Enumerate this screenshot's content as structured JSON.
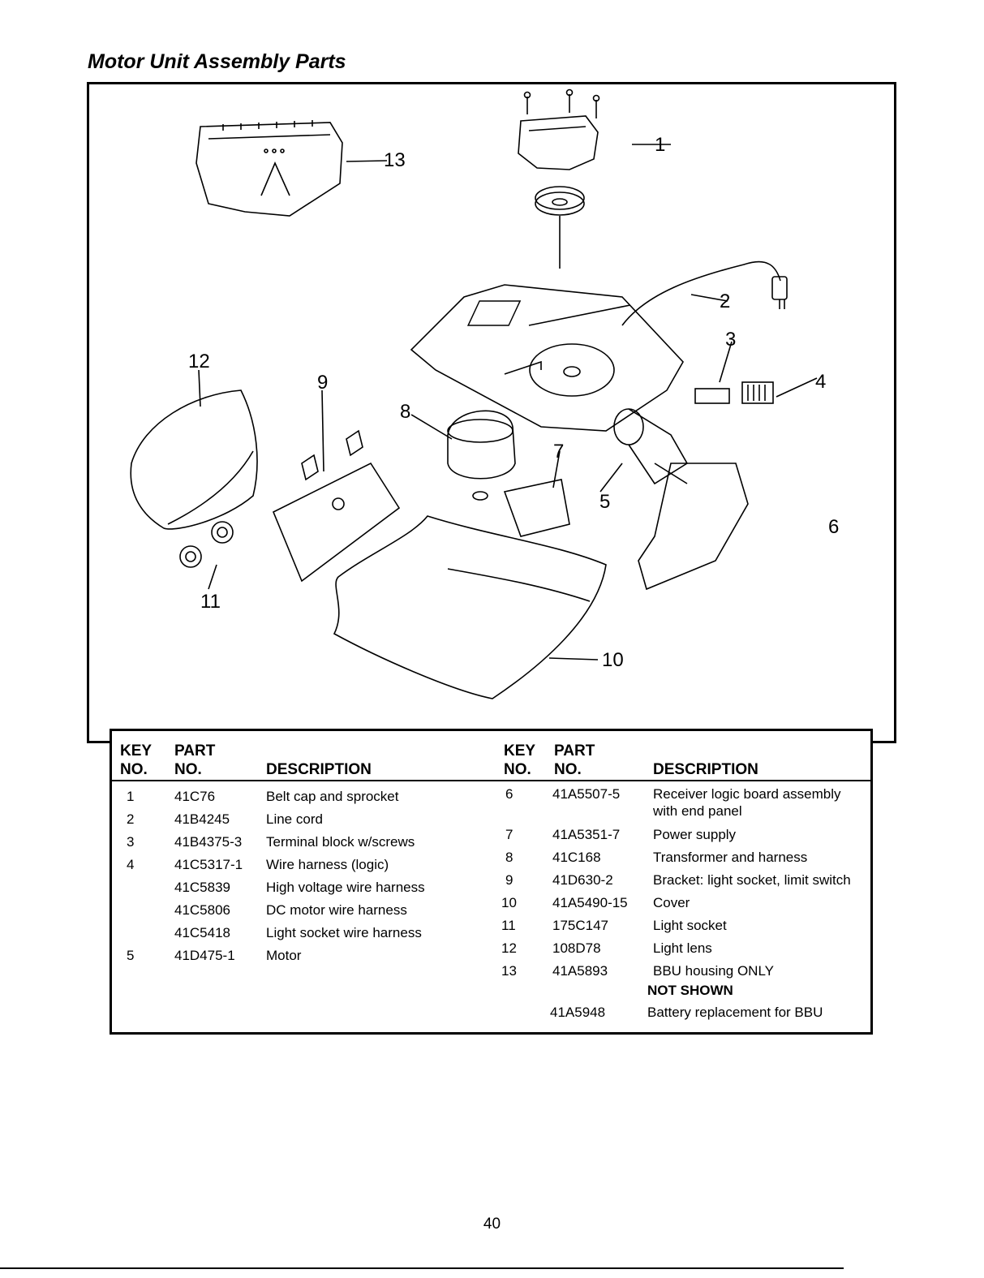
{
  "title": "Motor Unit Assembly Parts",
  "callouts": [
    "1",
    "2",
    "3",
    "4",
    "5",
    "6",
    "7",
    "8",
    "9",
    "10",
    "11",
    "12",
    "13"
  ],
  "table": {
    "headers": {
      "key_line1": "KEY",
      "key_line2": "NO.",
      "part_line1": "PART",
      "part_line2": "NO.",
      "description": "DESCRIPTION"
    },
    "left_rows": [
      {
        "key": "1",
        "part": "41C76",
        "description": "Belt cap and sprocket"
      },
      {
        "key": "2",
        "part": "41B4245",
        "description": "Line cord"
      },
      {
        "key": "3",
        "part": "41B4375-3",
        "description": "Terminal block w/screws"
      },
      {
        "key": "4",
        "part": "41C5317-1",
        "description": "Wire harness (logic)"
      },
      {
        "key": "",
        "part": "41C5839",
        "description": "High voltage wire harness"
      },
      {
        "key": "",
        "part": "41C5806",
        "description": "DC motor wire harness"
      },
      {
        "key": "",
        "part": "41C5418",
        "description": "Light socket wire harness"
      },
      {
        "key": "5",
        "part": "41D475-1",
        "description": "Motor"
      }
    ],
    "right_rows": [
      {
        "key": "6",
        "part": "41A5507-5",
        "description": "Receiver logic board assembly\nwith end panel"
      },
      {
        "key": "7",
        "part": "41A5351-7",
        "description": "Power supply"
      },
      {
        "key": "8",
        "part": "41C168",
        "description": "Transformer and harness"
      },
      {
        "key": "9",
        "part": "41D630-2",
        "description": "Bracket: light socket, limit switch"
      },
      {
        "key": "10",
        "part": "41A5490-15",
        "description": "Cover"
      },
      {
        "key": "11",
        "part": "175C147",
        "description": "Light socket"
      },
      {
        "key": "12",
        "part": "108D78",
        "description": "Light lens"
      },
      {
        "key": "13",
        "part": "41A5893",
        "description": "BBU housing ONLY"
      }
    ],
    "not_shown_label": "NOT SHOWN",
    "not_shown_row": {
      "part": "41A5948",
      "description": "Battery replacement for BBU"
    }
  },
  "page_number": "40"
}
